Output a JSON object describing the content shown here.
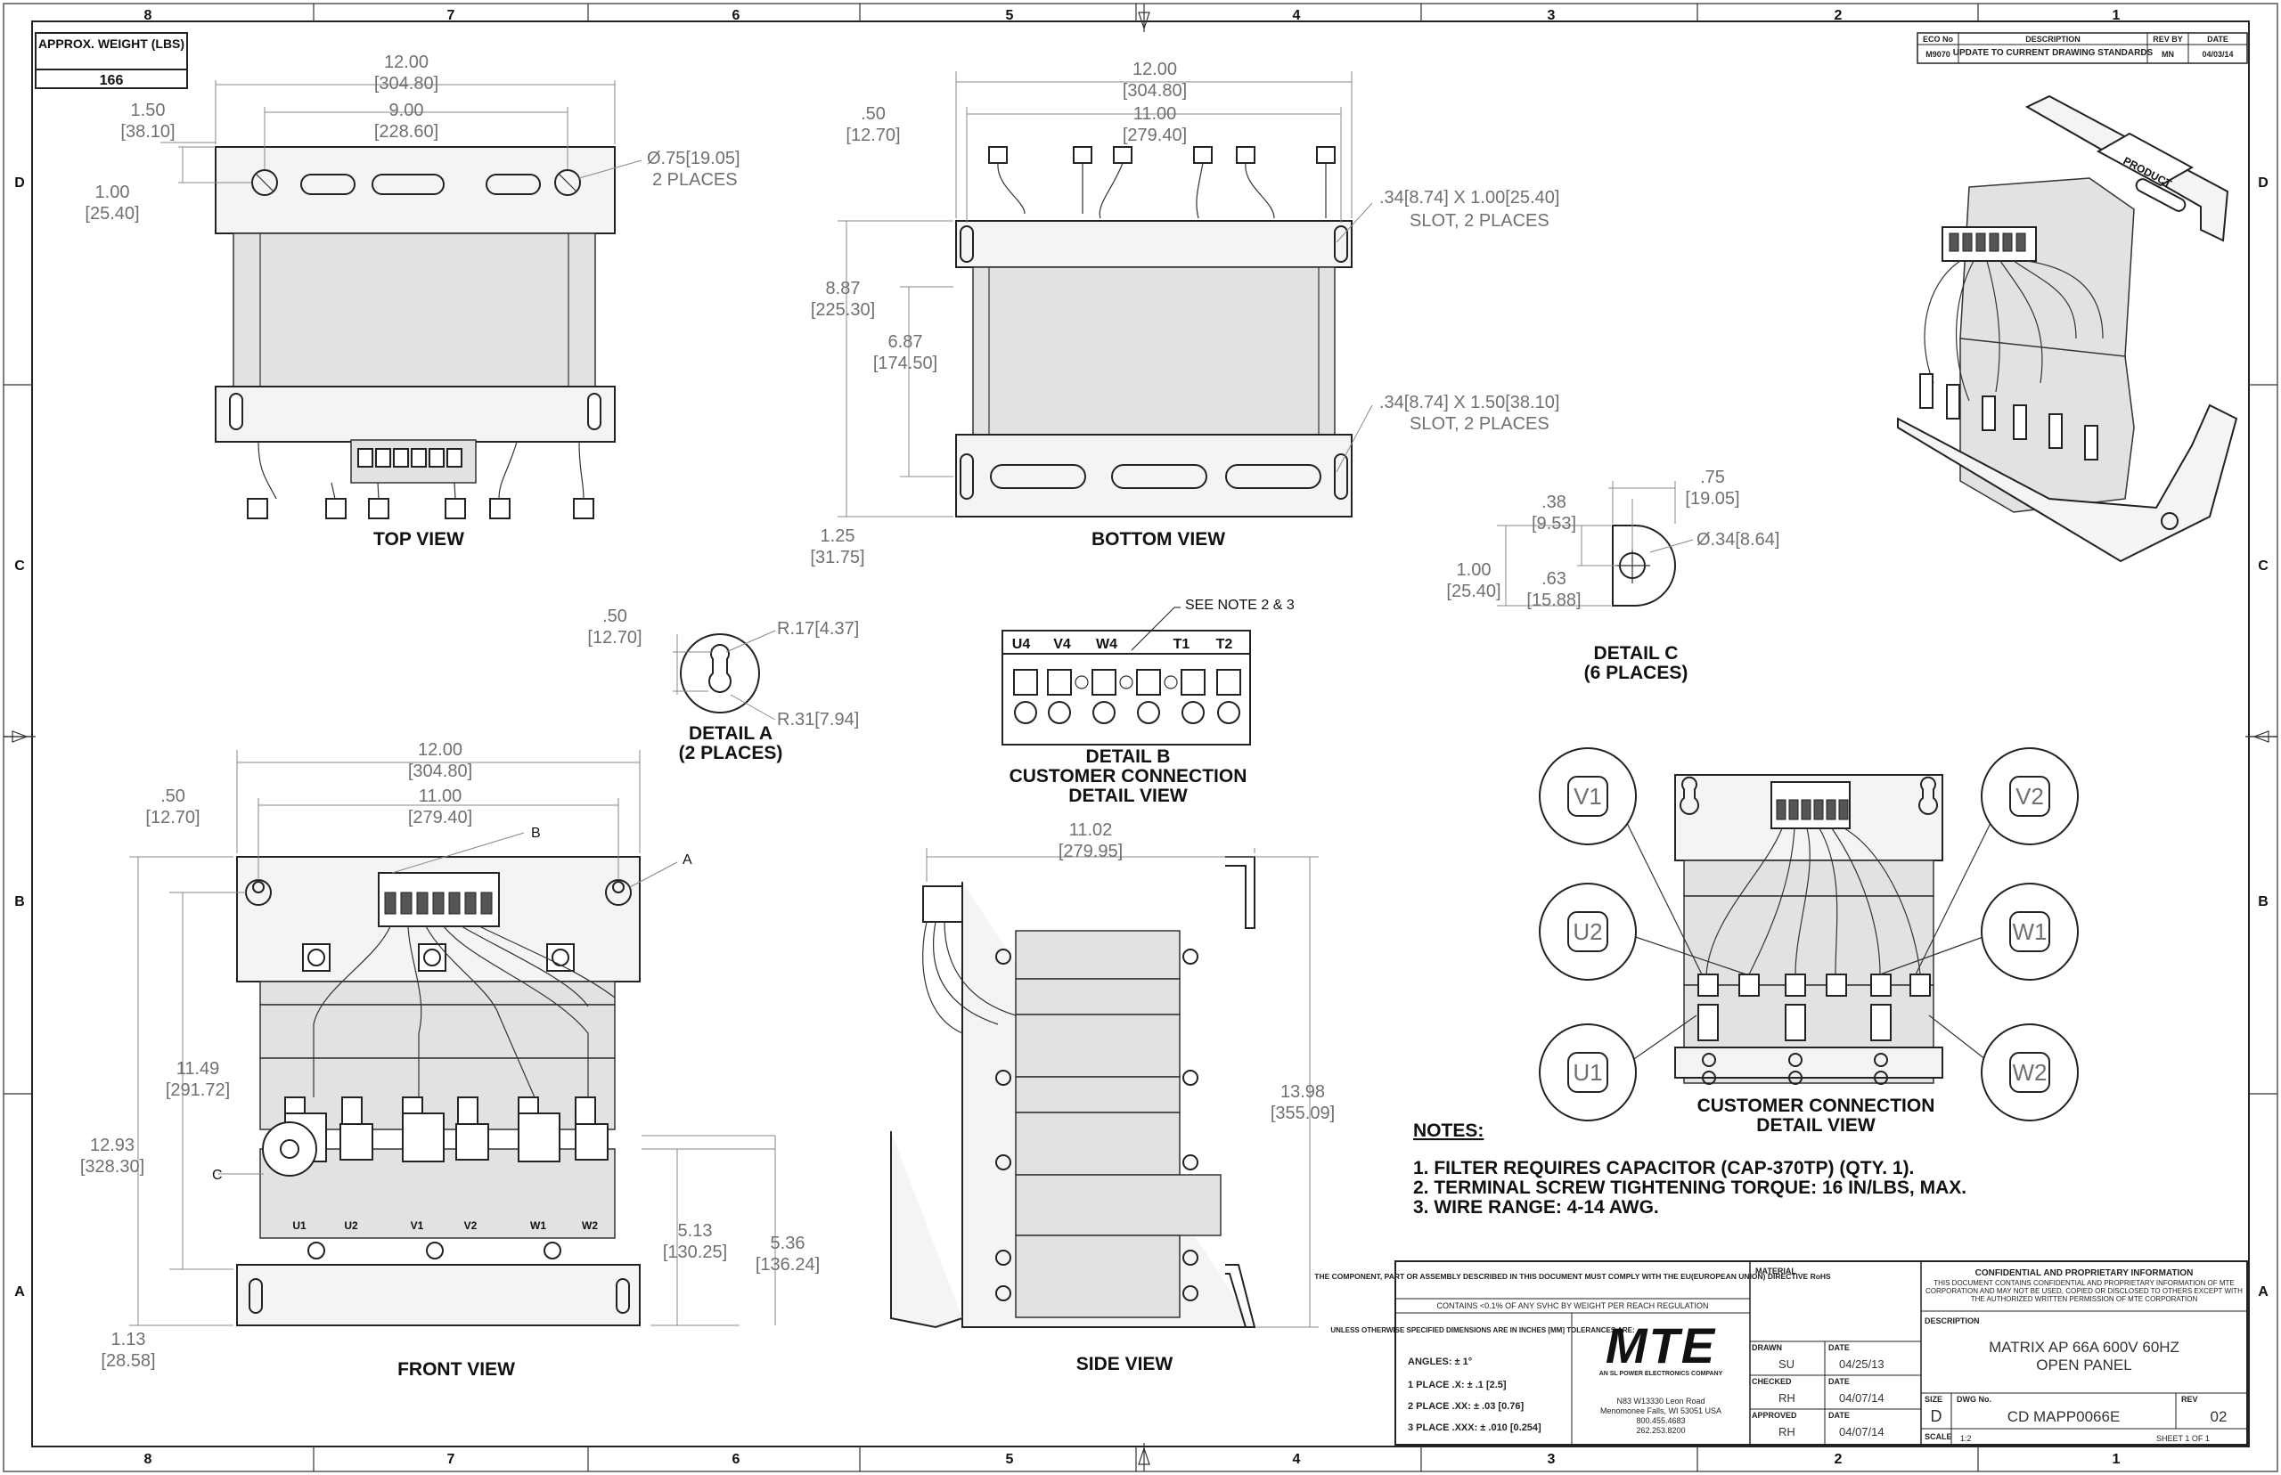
{
  "weight": {
    "label": "APPROX. WEIGHT (LBS)",
    "value": "166"
  },
  "zones": {
    "columns": [
      "8",
      "7",
      "6",
      "5",
      "4",
      "3",
      "2",
      "1"
    ],
    "rows": [
      "D",
      "C",
      "B",
      "A"
    ]
  },
  "revision_block": {
    "headers": [
      "ECO No",
      "DESCRIPTION",
      "REV BY",
      "DATE"
    ],
    "row": {
      "eco": "M9070",
      "description": "UPDATE TO CURRENT DRAWING STANDARDS",
      "rev_by": "MN",
      "date": "04/03/14"
    }
  },
  "views": {
    "top": "TOP VIEW",
    "bottom": "BOTTOM VIEW",
    "front": "FRONT VIEW",
    "side": "SIDE VIEW",
    "detail_a": [
      "DETAIL A",
      "(2 PLACES)"
    ],
    "detail_b": [
      "DETAIL B",
      "CUSTOMER CONNECTION",
      "DETAIL VIEW"
    ],
    "detail_c": [
      "DETAIL C",
      "(6 PLACES)"
    ],
    "customer_connection": [
      "CUSTOMER CONNECTION",
      "DETAIL VIEW"
    ],
    "product_label": "PRODUCT"
  },
  "dimensions": {
    "top_w": [
      "12.00",
      "[304.80]"
    ],
    "top_hole_pitch": [
      "9.00",
      "[228.60]"
    ],
    "top_edge": [
      "1.50",
      "[38.10]"
    ],
    "top_depth": [
      "1.00",
      "[25.40]"
    ],
    "top_hole": [
      "Ø.75[19.05]",
      "2 PLACES"
    ],
    "bottom_w": [
      "12.00",
      "[304.80]"
    ],
    "bottom_pitch": [
      "11.00",
      "[279.40]"
    ],
    "bottom_edge": [
      ".50",
      "[12.70]"
    ],
    "bottom_h1": [
      "8.87",
      "[225.30]"
    ],
    "bottom_h2": [
      "6.87",
      "[174.50]"
    ],
    "bottom_h3": [
      "1.25",
      "[31.75]"
    ],
    "slot_top": [
      ".34[8.74] X 1.00[25.40]",
      "SLOT, 2 PLACES"
    ],
    "slot_bottom": [
      ".34[8.74] X 1.50[38.10]",
      "SLOT, 2 PLACES"
    ],
    "c_38": [
      ".38",
      "[9.53]"
    ],
    "c_75": [
      ".75",
      "[19.05]"
    ],
    "c_100": [
      "1.00",
      "[25.40]"
    ],
    "c_63": [
      ".63",
      "[15.88]"
    ],
    "c_hole": "Ø.34[8.64]",
    "a_50": [
      ".50",
      "[12.70]"
    ],
    "a_r17": "R.17[4.37]",
    "a_r31": "R.31[7.94]",
    "front_w": [
      "12.00",
      "[304.80]"
    ],
    "front_pitch": [
      "11.00",
      "[279.40]"
    ],
    "front_edge": [
      ".50",
      "[12.70]"
    ],
    "front_h1": [
      "11.49",
      "[291.72]"
    ],
    "front_h2": [
      "12.93",
      "[328.30]"
    ],
    "front_h3": [
      "5.13",
      "[130.25]"
    ],
    "front_h4": [
      "5.36",
      "[136.24]"
    ],
    "front_h5": [
      "1.13",
      "[28.58]"
    ],
    "side_w": [
      "11.02",
      "[279.95]"
    ],
    "side_h": [
      "13.98",
      "[355.09]"
    ]
  },
  "callouts": {
    "b": "B",
    "a": "A",
    "c": "C",
    "note_ref": "SEE NOTE 2 & 3"
  },
  "terminal_labels": [
    "U4",
    "V4",
    "W4",
    "T1",
    "T2"
  ],
  "front_terminals": [
    "U1",
    "U2",
    "V1",
    "V2",
    "W1",
    "W2"
  ],
  "phase_bubbles": [
    "V1",
    "V2",
    "U2",
    "W1",
    "U1",
    "W2"
  ],
  "notes": {
    "title": "NOTES:",
    "items": [
      "1.  FILTER REQUIRES CAPACITOR (CAP-370TP) (QTY. 1).",
      "2.  TERMINAL SCREW TIGHTENING TORQUE: 16 IN/LBS, MAX.",
      "3.  WIRE RANGE: 4-14 AWG."
    ]
  },
  "title_block": {
    "rohs": "THE COMPONENT, PART OR ASSEMBLY DESCRIBED IN THIS DOCUMENT MUST COMPLY WITH THE EU(EUROPEAN UNION) DIRECTIVE RoHS",
    "reach": "CONTAINS <0.1% OF ANY SVHC BY WEIGHT PER REACH REGULATION",
    "tolerance_header": "UNLESS OTHERWISE SPECIFIED DIMENSIONS ARE IN INCHES [MM] TOLERANCES ARE:",
    "tolerances": [
      "ANGLES: ± 1°",
      "1 PLACE .X: ± .1 [2.5]",
      "2 PLACE .XX: ± .03 [0.76]",
      "3 PLACE .XXX: ± .010 [0.254]"
    ],
    "logo": "MTE",
    "logo_sub": "AN SL POWER ELECTRONICS COMPANY",
    "address": [
      "N83 W13330 Leon Road",
      "Menomonee Falls, WI 53051 USA",
      "800.455.4683",
      "262.253.8200"
    ],
    "material": "MATERIAL",
    "drawn_label": "DRAWN",
    "drawn": "SU",
    "drawn_date": "04/25/13",
    "checked_label": "CHECKED",
    "checked": "RH",
    "checked_date": "04/07/14",
    "approved_label": "APPROVED",
    "approved": "RH",
    "approved_date": "04/07/14",
    "date_label": "DATE",
    "confidential_title": "CONFIDENTIAL AND PROPRIETARY INFORMATION",
    "confidential_text": "THIS DOCUMENT CONTAINS CONFIDENTIAL AND PROPRIETARY INFORMATION OF MTE CORPORATION AND MAY NOT BE USED, COPIED OR DISCLOSED TO OTHERS EXCEPT WITH THE AUTHORIZED WRITTEN PERMISSION OF MTE CORPORATION",
    "description_label": "DESCRIPTION",
    "description": [
      "MATRIX AP 66A 600V 60HZ",
      "OPEN PANEL"
    ],
    "size_label": "SIZE",
    "size": "D",
    "dwg_label": "DWG No.",
    "dwg": "CD MAPP0066E",
    "rev_label": "REV",
    "rev": "02",
    "scale_label": "SCALE",
    "scale": "1:2",
    "sheet": "SHEET 1  OF 1"
  }
}
